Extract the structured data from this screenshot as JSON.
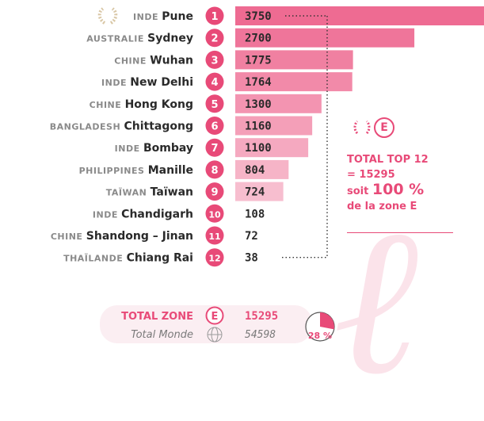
{
  "chart_data": {
    "type": "bar",
    "categories": [
      "Pune",
      "Sydney",
      "Wuhan",
      "New Delhi",
      "Hong Kong",
      "Chittagong",
      "Bombay",
      "Manille",
      "Taïwan",
      "Chandigarh",
      "Shandong – Jinan",
      "Chiang Rai"
    ],
    "countries": [
      "INDE",
      "AUSTRALIE",
      "CHINE",
      "INDE",
      "CHINE",
      "BANGLADESH",
      "INDE",
      "PHILIPPINES",
      "TAÏWAN",
      "INDE",
      "CHINE",
      "THAÏLANDE"
    ],
    "ranks": [
      "1",
      "2",
      "3",
      "4",
      "5",
      "6",
      "7",
      "8",
      "9",
      "10",
      "11",
      "12"
    ],
    "values": [
      3750,
      2700,
      1775,
      1764,
      1300,
      1160,
      1100,
      804,
      724,
      108,
      72,
      38
    ],
    "value_labels": [
      "3750",
      "2700",
      "1775",
      "1764",
      "1300",
      "1160",
      "1100",
      "804",
      "724",
      "108",
      "72",
      "38"
    ],
    "xlim": [
      0,
      3750
    ],
    "colors": {
      "accent": "#e84a78",
      "bar_dark": "#ee6b92",
      "bar_light": "#fbdde6",
      "country": "#8a8a8a",
      "city": "#2a2a2a"
    }
  },
  "top_rank_icon": "laurel-icon",
  "summary": {
    "zone_letter": "E",
    "zone_icon": "laurel-icon",
    "line1": "TOTAL TOP 12",
    "line2": "= 15295",
    "line3_prefix": "soit",
    "line3_big": "100 %",
    "line4": "de la zone E"
  },
  "footer": {
    "total_zone_label": "TOTAL ZONE",
    "zone_letter": "E",
    "total_zone_value": "15295",
    "total_world_label": "Total Monde",
    "total_world_value": "54598",
    "world_icon": "globe-icon",
    "share_percent": 28,
    "share_label": "28 %"
  }
}
